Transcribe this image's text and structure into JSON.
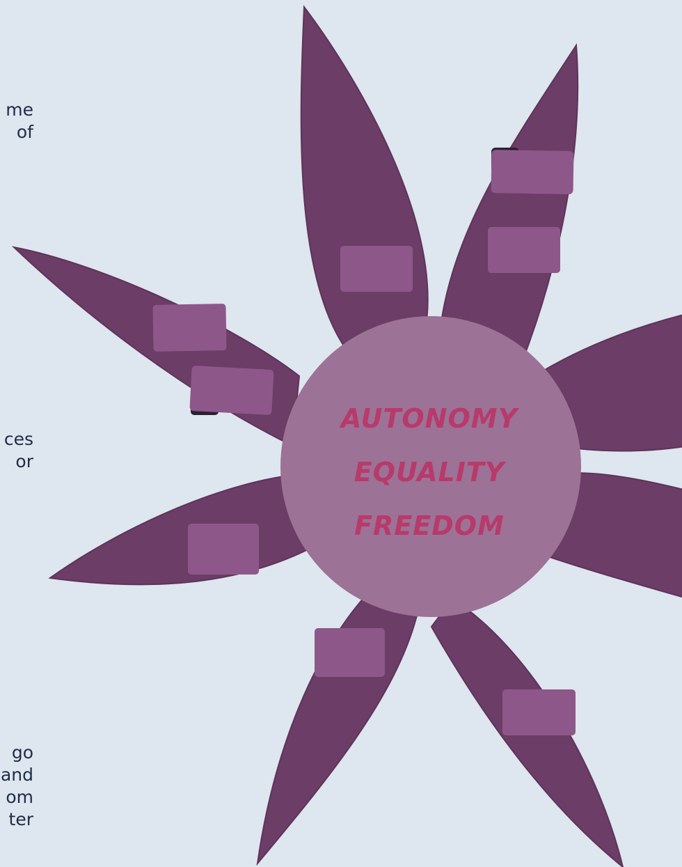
{
  "text_fragments": [
    {
      "lines": [
        "me",
        "of"
      ]
    },
    {
      "lines": [
        "ces",
        "or"
      ]
    },
    {
      "lines": [
        "go",
        "and",
        "om",
        "ter"
      ]
    }
  ],
  "center_words": [
    "AUTONOMY",
    "EQUALITY",
    "FREEDOM"
  ],
  "colors": {
    "background": "#dee6ef",
    "petal": "#6c3d66",
    "note": "#8d5889",
    "center": "#9c7296",
    "center_text": "#b83a6a",
    "body_text": "#1f2d45"
  }
}
